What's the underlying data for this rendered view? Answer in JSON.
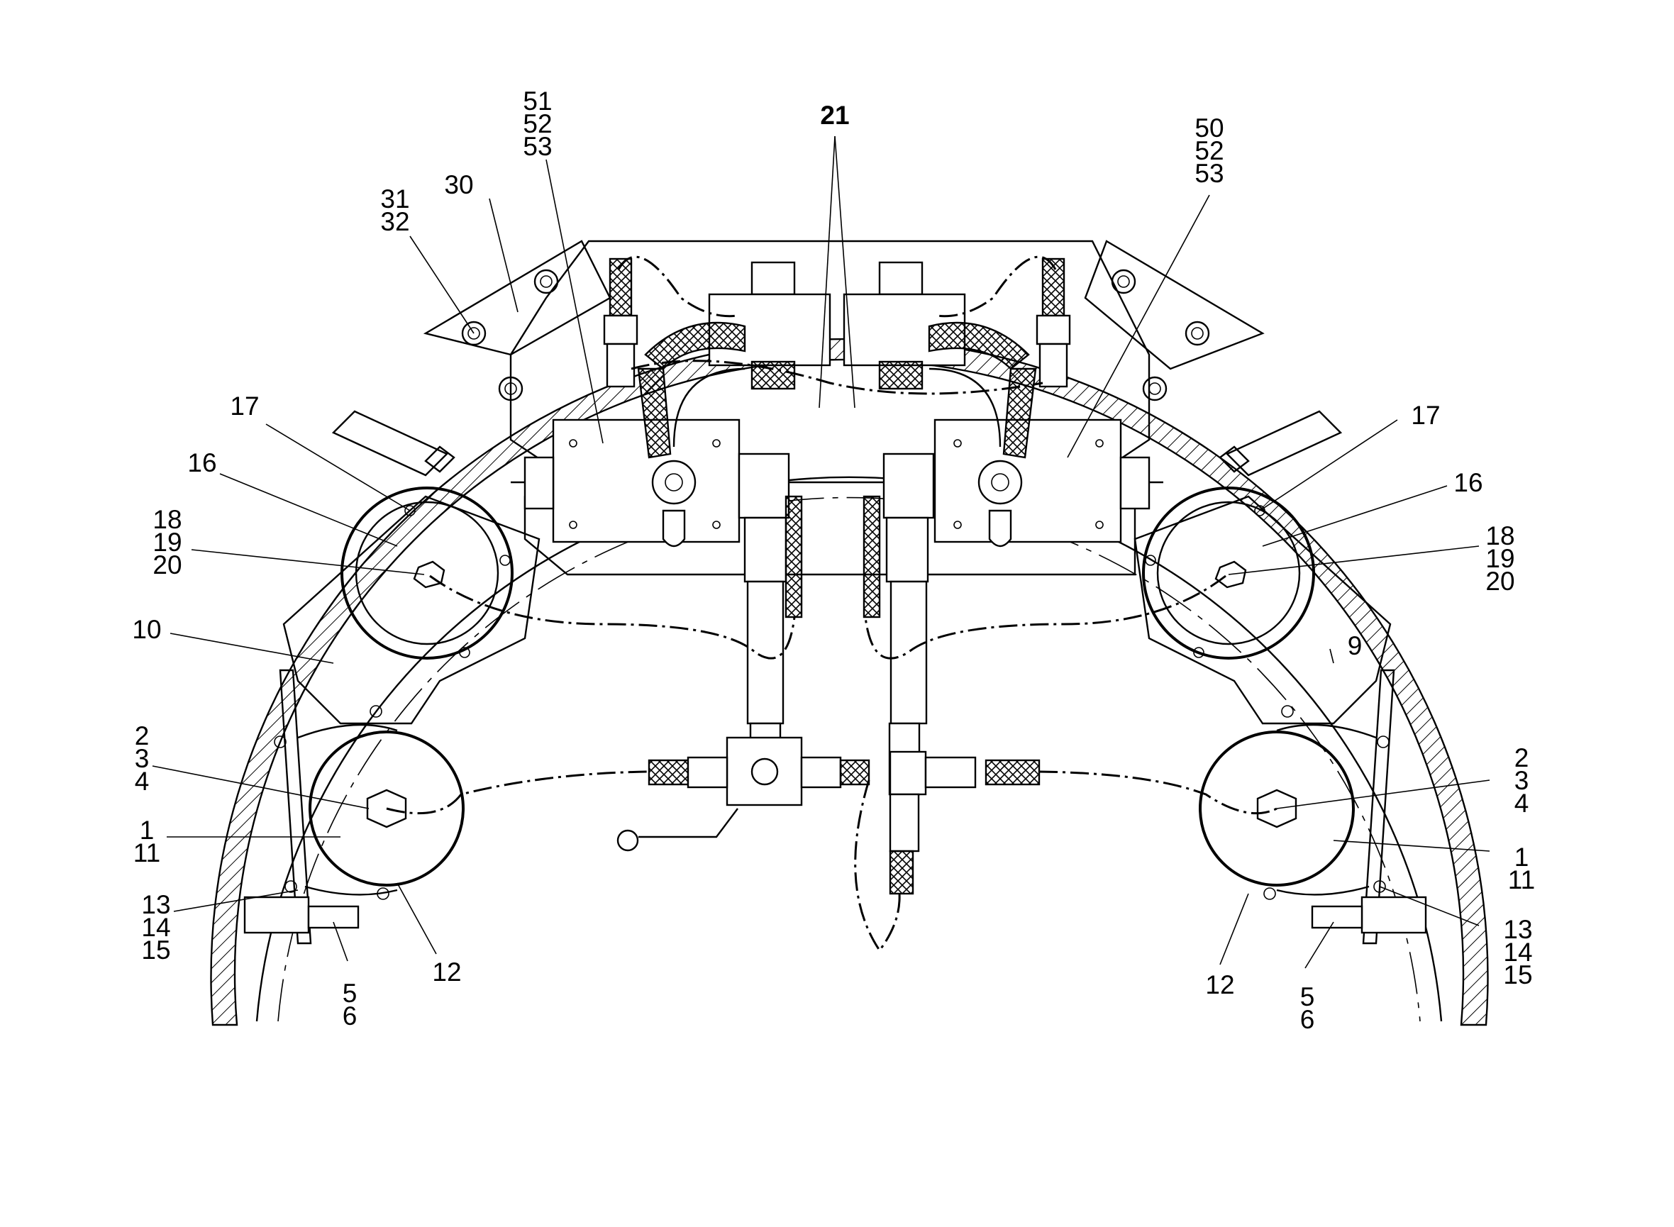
{
  "callouts": {
    "c21": "21",
    "c51": "51\n52\n53",
    "c50": "50\n52\n53",
    "c31": "31\n32",
    "c30": "30",
    "c17l": "17",
    "c16l": "16",
    "c18l": "18\n19\n20",
    "c10": "10",
    "c2l": "2\n3\n4",
    "c1l": "1\n11",
    "c13l": "13\n14\n15",
    "c5l": "5\n6",
    "c12l": "12",
    "c17r": "17",
    "c16r": "16",
    "c18r": "18\n19\n20",
    "c9": "9",
    "c2r": "2\n3\n4",
    "c1r": "1\n11",
    "c13r": "13\n14\n15",
    "c12r": "12",
    "c5r": "5\n6"
  },
  "colors": {
    "ink": "#000000",
    "paper": "#ffffff"
  }
}
